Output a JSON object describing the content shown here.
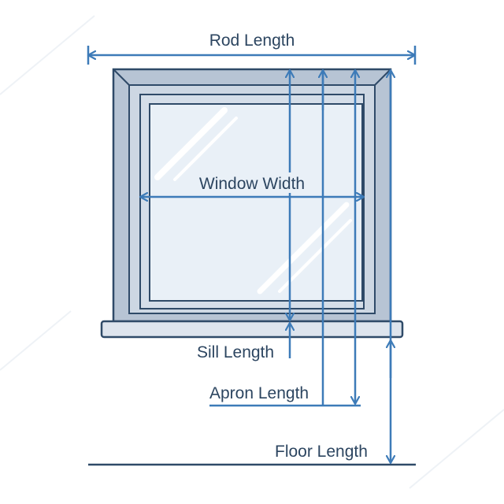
{
  "labels": {
    "rod_length": "Rod Length",
    "window_width": "Window Width",
    "sill_length": "Sill Length",
    "apron_length": "Apron Length",
    "floor_length": "Floor Length"
  },
  "colors": {
    "background": "#ffffff",
    "frame_stroke": "#2f4a68",
    "frame_fill": "#b7c4d4",
    "frame_inner": "#cdd7e3",
    "glass": "#e9f0f7",
    "glass_highlight": "#ffffff",
    "accent": "#3d7bb8",
    "label_text": "#2c4560",
    "floor_line": "#2f4a68"
  }
}
